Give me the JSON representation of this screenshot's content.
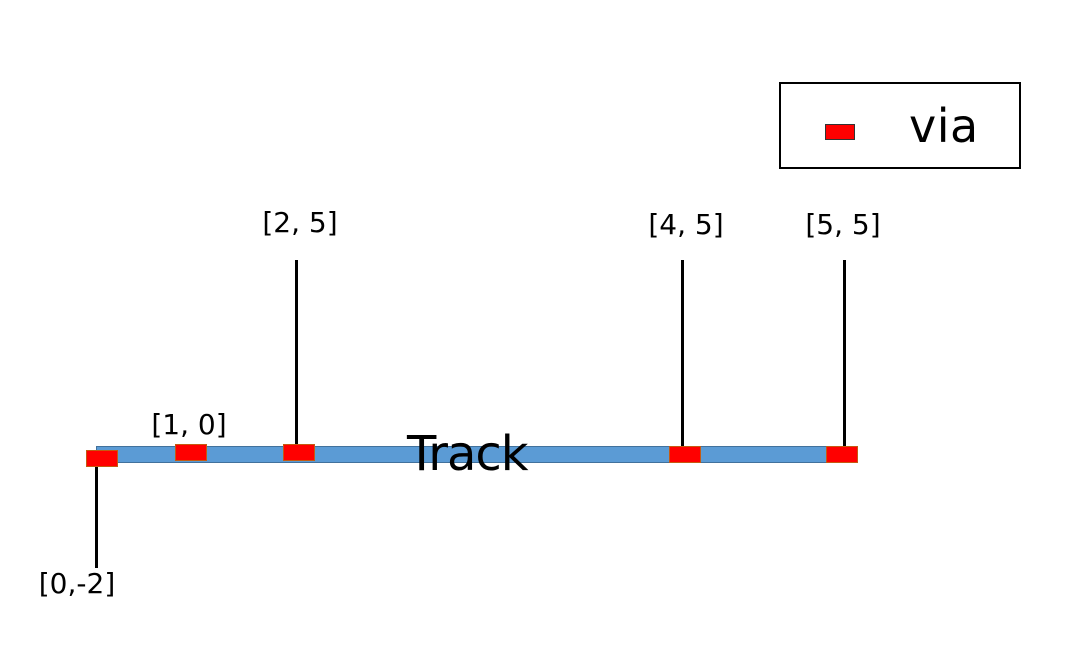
{
  "legend": {
    "label": "via",
    "via_color": "#ff0000"
  },
  "track": {
    "label": "Track",
    "color": "#5b9bd5"
  },
  "pins": [
    {
      "label": "[0,-2]"
    },
    {
      "label": "[1, 0]"
    },
    {
      "label": "[2, 5]"
    },
    {
      "label": "[4, 5]"
    },
    {
      "label": "[5, 5]"
    }
  ]
}
